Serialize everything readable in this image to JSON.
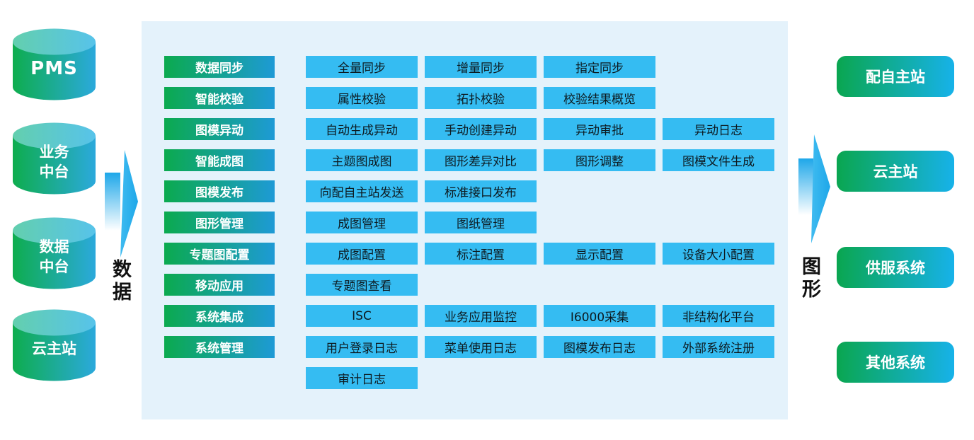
{
  "colors": {
    "panel_bg": "#e4f2fb",
    "category_gradient_start": "#0baa4e",
    "category_gradient_end": "#1e9ad6",
    "feature_bg": "#35bcf2",
    "feature_text": "#0d1a20",
    "target_gradient_start": "#0aa64f",
    "target_gradient_end": "#17b2ea",
    "cylinder_body_start": "#0ead4e",
    "cylinder_body_end": "#2ba9dc",
    "cylinder_top_start": "#63cfae",
    "cylinder_top_end": "#57c3ea",
    "arrow_blue": "#1ea7e9",
    "label_color": "#111111"
  },
  "sources": [
    {
      "name": "pms-database",
      "lines": [
        "PMS"
      ]
    },
    {
      "name": "business-middle-platform",
      "lines": [
        "业务",
        "中台"
      ]
    },
    {
      "name": "data-middle-platform",
      "lines": [
        "数据",
        "中台"
      ]
    },
    {
      "name": "cloud-master-station-source",
      "lines": [
        "云主站"
      ]
    }
  ],
  "flow_labels": {
    "left": "数据",
    "right": "图形"
  },
  "module_rows": [
    {
      "category": "数据同步",
      "items": [
        "全量同步",
        "增量同步",
        "指定同步"
      ]
    },
    {
      "category": "智能校验",
      "items": [
        "属性校验",
        "拓扑校验",
        "校验结果概览"
      ]
    },
    {
      "category": "图模异动",
      "items": [
        "自动生成异动",
        "手动创建异动",
        "异动审批",
        "异动日志"
      ]
    },
    {
      "category": "智能成图",
      "items": [
        "主题图成图",
        "图形差异对比",
        "图形调整",
        "图模文件生成"
      ]
    },
    {
      "category": "图模发布",
      "items": [
        "向配自主站发送",
        "标准接口发布"
      ]
    },
    {
      "category": "图形管理",
      "items": [
        "成图管理",
        "图纸管理"
      ]
    },
    {
      "category": "专题图配置",
      "items": [
        "成图配置",
        "标注配置",
        "显示配置",
        "设备大小配置"
      ]
    },
    {
      "category": "移动应用",
      "items": [
        "专题图查看"
      ]
    },
    {
      "category": "系统集成",
      "items": [
        "ISC",
        "业务应用监控",
        "I6000采集",
        "非结构化平台"
      ]
    },
    {
      "category": "系统管理",
      "items": [
        "用户登录日志",
        "菜单使用日志",
        "图模发布日志",
        "外部系统注册"
      ]
    },
    {
      "category": "",
      "items": [
        "审计日志"
      ]
    }
  ],
  "targets": [
    "配自主站",
    "云主站",
    "供服系统",
    "其他系统"
  ]
}
